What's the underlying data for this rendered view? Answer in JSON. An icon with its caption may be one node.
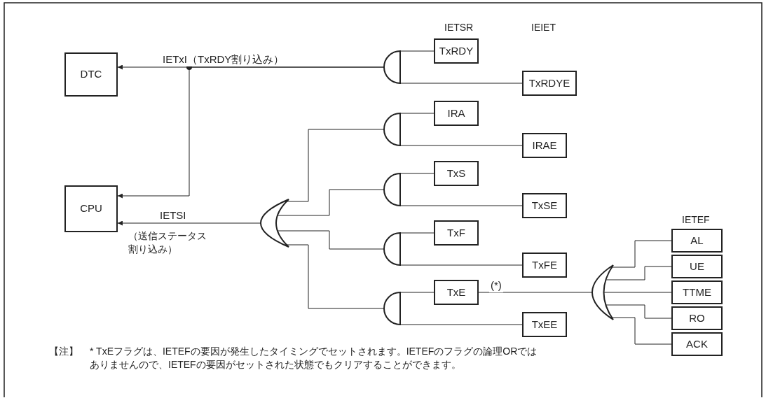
{
  "diagram": {
    "nodes": [
      {
        "text": [
          "DTC"
        ]
      },
      {
        "text": [
          "CPU"
        ]
      },
      {
        "text": [],
        "shape": "semicircle"
      },
      {
        "text": [],
        "shape": "semicircle"
      },
      {
        "text": [],
        "shape": "semicircle"
      },
      {
        "text": [],
        "shape": "semicircle"
      },
      {
        "text": [],
        "shape": "semicircle"
      },
      {
        "text": [],
        "shape": "crescent"
      },
      {
        "text": [
          "TxRDY"
        ]
      },
      {
        "text": [
          "TxRDYE"
        ]
      },
      {
        "text": [
          "IRA"
        ]
      },
      {
        "text": [
          "IRAE"
        ]
      },
      {
        "text": [
          "TxS"
        ]
      },
      {
        "text": [
          "TxSE"
        ]
      },
      {
        "text": [
          "TxF"
        ]
      },
      {
        "text": [
          "TxFE"
        ]
      },
      {
        "text": [
          "TxE"
        ]
      },
      {
        "text": [
          "TxEE"
        ]
      },
      {
        "text": [],
        "shape": "crescent"
      },
      {
        "text": [
          "AL"
        ]
      },
      {
        "text": [
          "UE"
        ]
      },
      {
        "text": [
          "TTME"
        ]
      },
      {
        "text": [
          "RO"
        ]
      },
      {
        "text": [
          "ACK"
        ]
      }
    ],
    "edges": [
      {
        "from": 2,
        "to": 0,
        "arrow": "to",
        "label": "IETxI（TxRDY割り込み）"
      },
      {
        "from": 2,
        "to": 1,
        "arrow": "to"
      },
      {
        "from": 8,
        "to": 2,
        "arrow": "none"
      },
      {
        "from": 9,
        "to": 2,
        "arrow": "none"
      },
      {
        "from": 10,
        "to": 3,
        "arrow": "none"
      },
      {
        "from": 11,
        "to": 3,
        "arrow": "none"
      },
      {
        "from": 12,
        "to": 4,
        "arrow": "none"
      },
      {
        "from": 13,
        "to": 4,
        "arrow": "none"
      },
      {
        "from": 14,
        "to": 5,
        "arrow": "none"
      },
      {
        "from": 15,
        "to": 5,
        "arrow": "none"
      },
      {
        "from": 16,
        "to": 6,
        "arrow": "none"
      },
      {
        "from": 17,
        "to": 6,
        "arrow": "none"
      },
      {
        "from": 3,
        "to": 7,
        "arrow": "none"
      },
      {
        "from": 4,
        "to": 7,
        "arrow": "none"
      },
      {
        "from": 5,
        "to": 7,
        "arrow": "none"
      },
      {
        "from": 6,
        "to": 7,
        "arrow": "none"
      },
      {
        "from": 7,
        "to": 1,
        "arrow": "to",
        "label": "IETSI"
      },
      {
        "from": 18,
        "to": 16,
        "arrow": "none",
        "label": "(*)"
      },
      {
        "from": 19,
        "to": 18,
        "arrow": "none"
      },
      {
        "from": 20,
        "to": 18,
        "arrow": "none"
      },
      {
        "from": 21,
        "to": 18,
        "arrow": "none"
      },
      {
        "from": 22,
        "to": 18,
        "arrow": "none"
      },
      {
        "from": 23,
        "to": 18,
        "arrow": "none"
      }
    ],
    "labels": [
      "IETSR",
      "IEIET",
      "IETEF",
      "（送信ステータス割り込み）",
      "【注】",
      "* TxEフラグは、IETEFの要因が発生したタイミングでセットされます。IETEFのフラグの論理ORではありませんので、IETEFの要因がセットされた状態でもクリアすることができます。"
    ]
  }
}
